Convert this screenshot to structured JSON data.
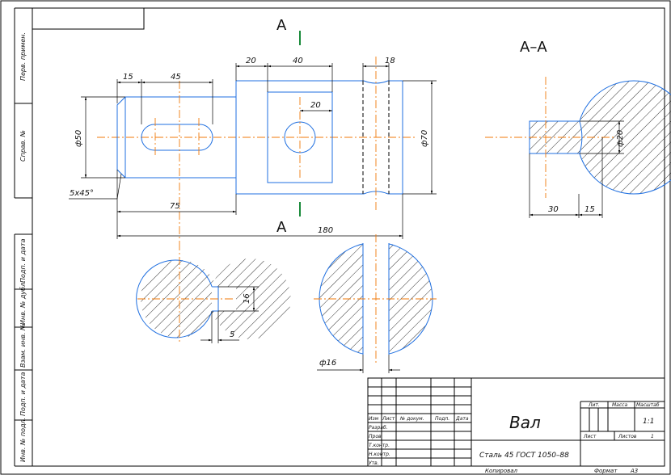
{
  "section_markers": {
    "top": "A",
    "bottom": "A",
    "section_title": "A–A"
  },
  "dims": {
    "d15": "15",
    "d45": "45",
    "d20a": "20",
    "d40": "40",
    "d18": "18",
    "d20b": "20",
    "dia50": "ф50",
    "dia70": "ф70",
    "chamfer": "5х45°",
    "d75": "75",
    "d180": "180",
    "dia20": "ф20",
    "d30": "30",
    "d15b": "15",
    "d16": "16",
    "d5": "5",
    "dia16": "ф16"
  },
  "left_strip": {
    "labels": [
      "Перв. примен.",
      "Справ. №",
      "Подп. и дата",
      "Инв. № дубл.",
      "Взам. инв. №",
      "Подп. и дата",
      "Инв. № подл."
    ]
  },
  "title_block": {
    "name": "Вал",
    "material": "Сталь 45 ГОСТ 1050–88",
    "cols": {
      "izm": "Изм",
      "list": "Лист",
      "doc": "№ докум.",
      "sign": "Подп.",
      "date": "Дата"
    },
    "rows": {
      "razrab": "Разраб.",
      "prov": "Пров.",
      "tkontr": "Т.контр.",
      "nkontr": "Н.контр.",
      "utv": "Утв."
    },
    "lit": "Лит.",
    "massa": "Масса",
    "masshtab": "Масштаб",
    "scale_value": "1:1",
    "sheet": "Лист",
    "sheets": "Листов",
    "sheets_value": "1"
  },
  "footer": {
    "copied": "Копировал",
    "format": "Формат",
    "format_value": "А3"
  }
}
